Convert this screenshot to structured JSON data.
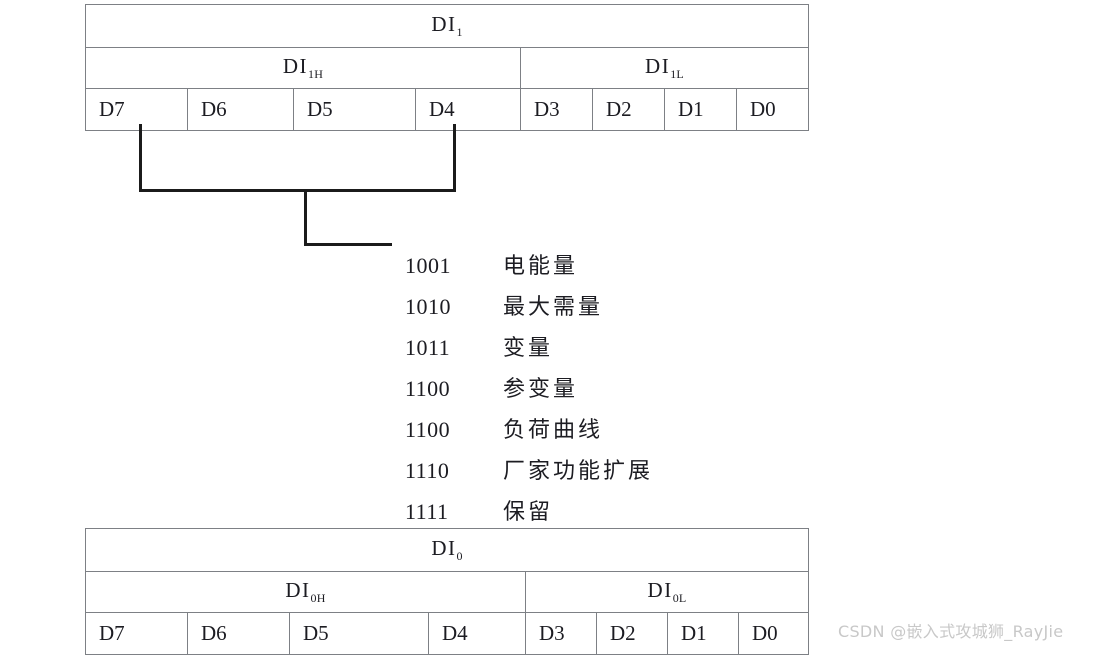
{
  "diagram": {
    "title": "DI identifier bit-field structure",
    "tables": [
      {
        "id": "di1",
        "title_main": "DI",
        "title_sub": "1",
        "group_high_main": "DI",
        "group_high_sub": "1H",
        "group_low_main": "DI",
        "group_low_sub": "1L",
        "bits": [
          "D7",
          "D6",
          "D5",
          "D4",
          "D3",
          "D2",
          "D1",
          "D0"
        ]
      },
      {
        "id": "di0",
        "title_main": "DI",
        "title_sub": "0",
        "group_high_main": "DI",
        "group_high_sub": "0H",
        "group_low_main": "DI",
        "group_low_sub": "0L",
        "bits": [
          "D7",
          "D6",
          "D5",
          "D4",
          "D3",
          "D2",
          "D1",
          "D0"
        ]
      }
    ],
    "code_list": [
      {
        "code": "1001",
        "meaning": "电能量"
      },
      {
        "code": "1010",
        "meaning": "最大需量"
      },
      {
        "code": "1011",
        "meaning": "变量"
      },
      {
        "code": "1100",
        "meaning": "参变量"
      },
      {
        "code": "1100",
        "meaning": "负荷曲线"
      },
      {
        "code": "1110",
        "meaning": "厂家功能扩展"
      },
      {
        "code": "1111",
        "meaning": "保留"
      }
    ],
    "watermark": "CSDN @嵌入式攻城狮_RayJie",
    "colors": {
      "border": "#7d8085",
      "line": "#1b1b1b",
      "text": "#1c1c22",
      "watermark": "#c8c8c8"
    }
  }
}
